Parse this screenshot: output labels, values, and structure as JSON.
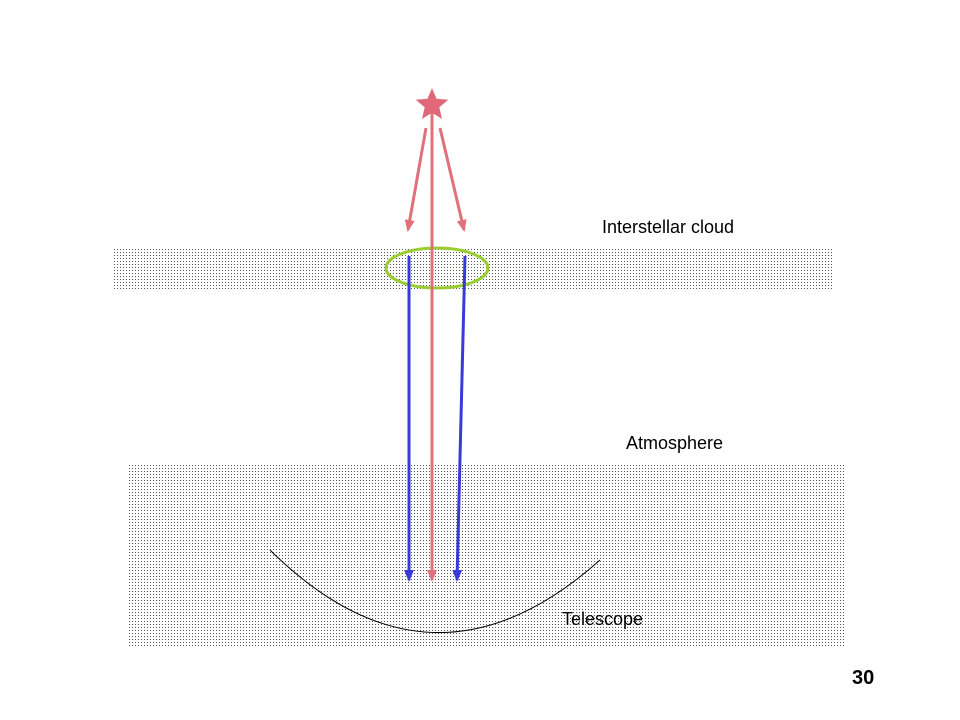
{
  "labels": {
    "interstellar_cloud": "Interstellar cloud",
    "atmosphere": "Atmosphere",
    "telescope": "Telescope"
  },
  "page_number": "30",
  "icons": {
    "source": "star-icon"
  },
  "colors": {
    "direct_ray": "#e0707a",
    "scattered_ray": "#3a3ad8",
    "star": "#e06878",
    "scatter_region": "#9acd32",
    "telescope_mirror": "#000000",
    "dot_pattern": "#555555"
  }
}
